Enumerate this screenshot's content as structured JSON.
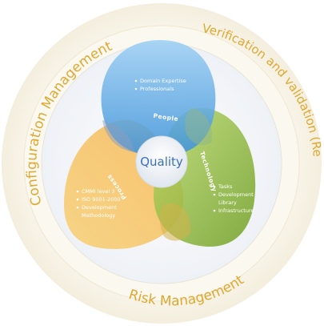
{
  "center": {
    "label": "Quality"
  },
  "outer_ring": {
    "top_left": "Configuration Management",
    "top_right": "Verification and validation (Review)",
    "bottom": "Risk Management"
  },
  "petals": {
    "people": {
      "label": "People",
      "color": "#5aaee6",
      "items": [
        "Domain Expertise",
        "Professionals"
      ]
    },
    "technology": {
      "label": "Technology",
      "color": "#8fbf3a",
      "items": [
        "Tasks",
        "Development",
        "Library",
        "Infrastructure"
      ]
    },
    "process": {
      "label": "Process",
      "color": "#f2a33a",
      "items": [
        "CMMI level 3",
        "ISO 9001-2000",
        "Development",
        "Methodology"
      ]
    }
  }
}
